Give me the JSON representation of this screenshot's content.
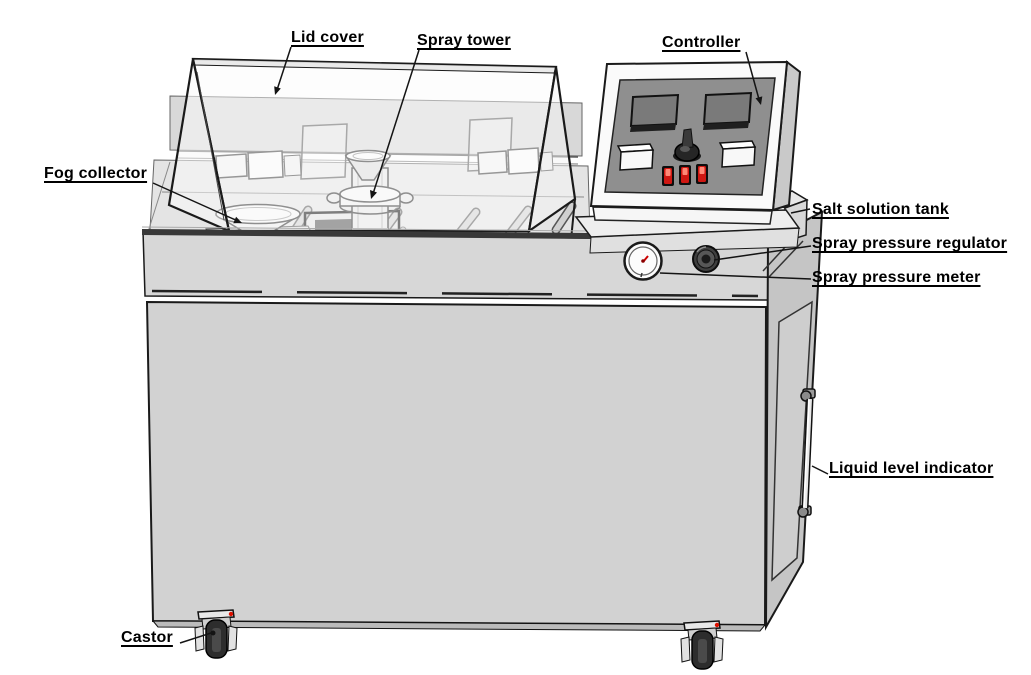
{
  "labels": {
    "lid_cover": "Lid cover",
    "spray_tower": "Spray tower",
    "controller": "Controller",
    "fog_collector": "Fog collector",
    "salt_solution_tank": "Salt solution tank",
    "spray_pressure_regulator": "Spray pressure regulator",
    "spray_pressure_meter": "Spray pressure meter",
    "liquid_level_indicator": "Liquid level indicator",
    "castor": "Castor"
  },
  "colors": {
    "background": "#ffffff",
    "outline": "#1a1a1a",
    "cabinet_front": "#d2d2d2",
    "cabinet_side": "#c5c5c5",
    "controller_panel": "#8f8f8f",
    "display_screen": "#7a7a7a",
    "switch_red": "#cf1712",
    "caster_wheel": "#2d2d2d",
    "needle_red": "#cc0000"
  }
}
